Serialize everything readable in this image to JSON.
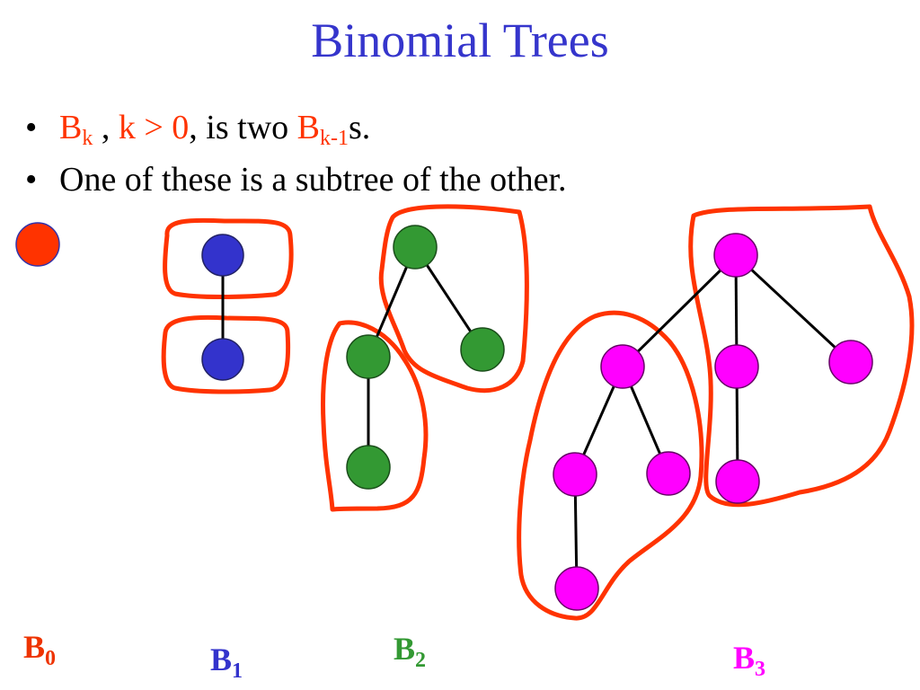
{
  "title": "Binomial Trees",
  "bullets": [
    {
      "bullet_icon": "bullet-dot",
      "b": "B",
      "b_sub": "k",
      "comma": " , ",
      "cond": "k > 0",
      "mid": ", is two ",
      "b2": "B",
      "b2_sub": "k-1",
      "tail": "s."
    },
    {
      "bullet_icon": "bullet-dot",
      "text": "One of these is a subtree of the other."
    }
  ],
  "labels": [
    {
      "main": "B",
      "sub": "0",
      "color": "#ee3300"
    },
    {
      "main": "B",
      "sub": "1",
      "color": "#3333cc"
    },
    {
      "main": "B",
      "sub": "2",
      "color": "#339933"
    },
    {
      "main": "B",
      "sub": "3",
      "color": "#ff00ff"
    }
  ],
  "colors": {
    "title": "#3535cc",
    "highlight": "#ff3300",
    "b0_node": "#ff3300",
    "b1_node": "#3333cc",
    "b2_node": "#339933",
    "b3_node": "#ff00ff",
    "outline": "#ff3300",
    "edge": "#000000"
  }
}
